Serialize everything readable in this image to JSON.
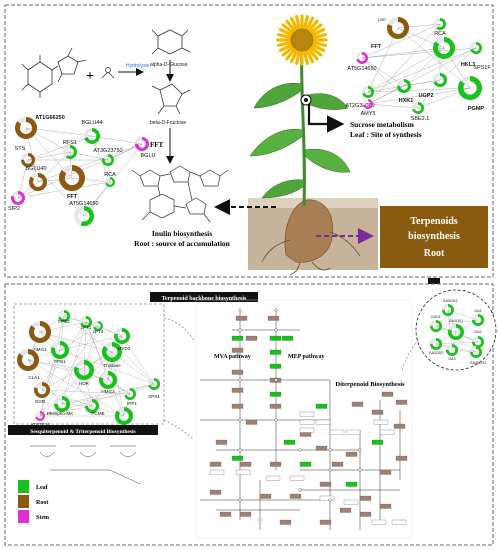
{
  "top": {
    "reaction": {
      "plus": "+",
      "hydrolysis": "Hydrolysis",
      "alpha_glucose": "alpha-D-Glucose",
      "beta_fructose": "beta-D-Fructose",
      "fft_label": "FFT"
    },
    "root_network": {
      "genes": [
        "AT1G66250",
        "BGLU44",
        "STS",
        "RFS1",
        "AT3G23750",
        "BGLU",
        "BGLU40",
        "SIP2",
        "RCA",
        "FFT",
        "AT5G14650"
      ]
    },
    "leaf_network": {
      "genes": [
        "FFT",
        "RCA",
        "AT5G14650",
        "HKL3",
        "HXK1",
        "UGP2",
        "AT2G38040",
        "SPS1F",
        "AMY3",
        "PGMP",
        "SBE2.1"
      ],
      "corner_label": "ρ40"
    },
    "inulin": {
      "line1": "Inulin biosynthesis",
      "line2": "Root : source of accumulation"
    },
    "sucrose": {
      "line1": "Sucrose metabolism",
      "line2": "Leaf : Site of synthesis"
    },
    "terpenoid_box": {
      "line1": "Terpenoids",
      "line2": "biosynthesis",
      "line3": "Root",
      "color": "#8a5a0f"
    }
  },
  "bottom": {
    "backbone_title": "Terpenoid backbone biosynthesis",
    "backbone_network": {
      "genes": [
        "FPS2",
        "HMG1",
        "CLA1",
        "FPS1",
        "GGR",
        "cPT1",
        "cPT4",
        "HDR",
        "Thiolase",
        "MVD2",
        "HMG2",
        "IPP1",
        "SPS1",
        "Phospho-MK",
        "PCME",
        "ATSTE24",
        "MK"
      ]
    },
    "sesqui_title": "Sesquiterpenoid & Triterpenoid Biosynthesis",
    "mva_label": "MVA pathway",
    "mep_label": "MEP pathway",
    "diterpenoid_title": "Diterpenoid Biosynthesis",
    "gibberellin_network": {
      "genes": [
        "GA3OX4",
        "GA2",
        "KAO1",
        "GA2OX1",
        "GA2",
        "GA2OX2",
        "GA3",
        "GA20OX3"
      ]
    },
    "legend": {
      "leaf": "Leaf",
      "root": "Root",
      "stem": "Stem"
    }
  },
  "colors": {
    "leaf": "#17c21a",
    "root": "#8a5a12",
    "stem": "#e030d0",
    "kegg_gene": "#a08070"
  }
}
